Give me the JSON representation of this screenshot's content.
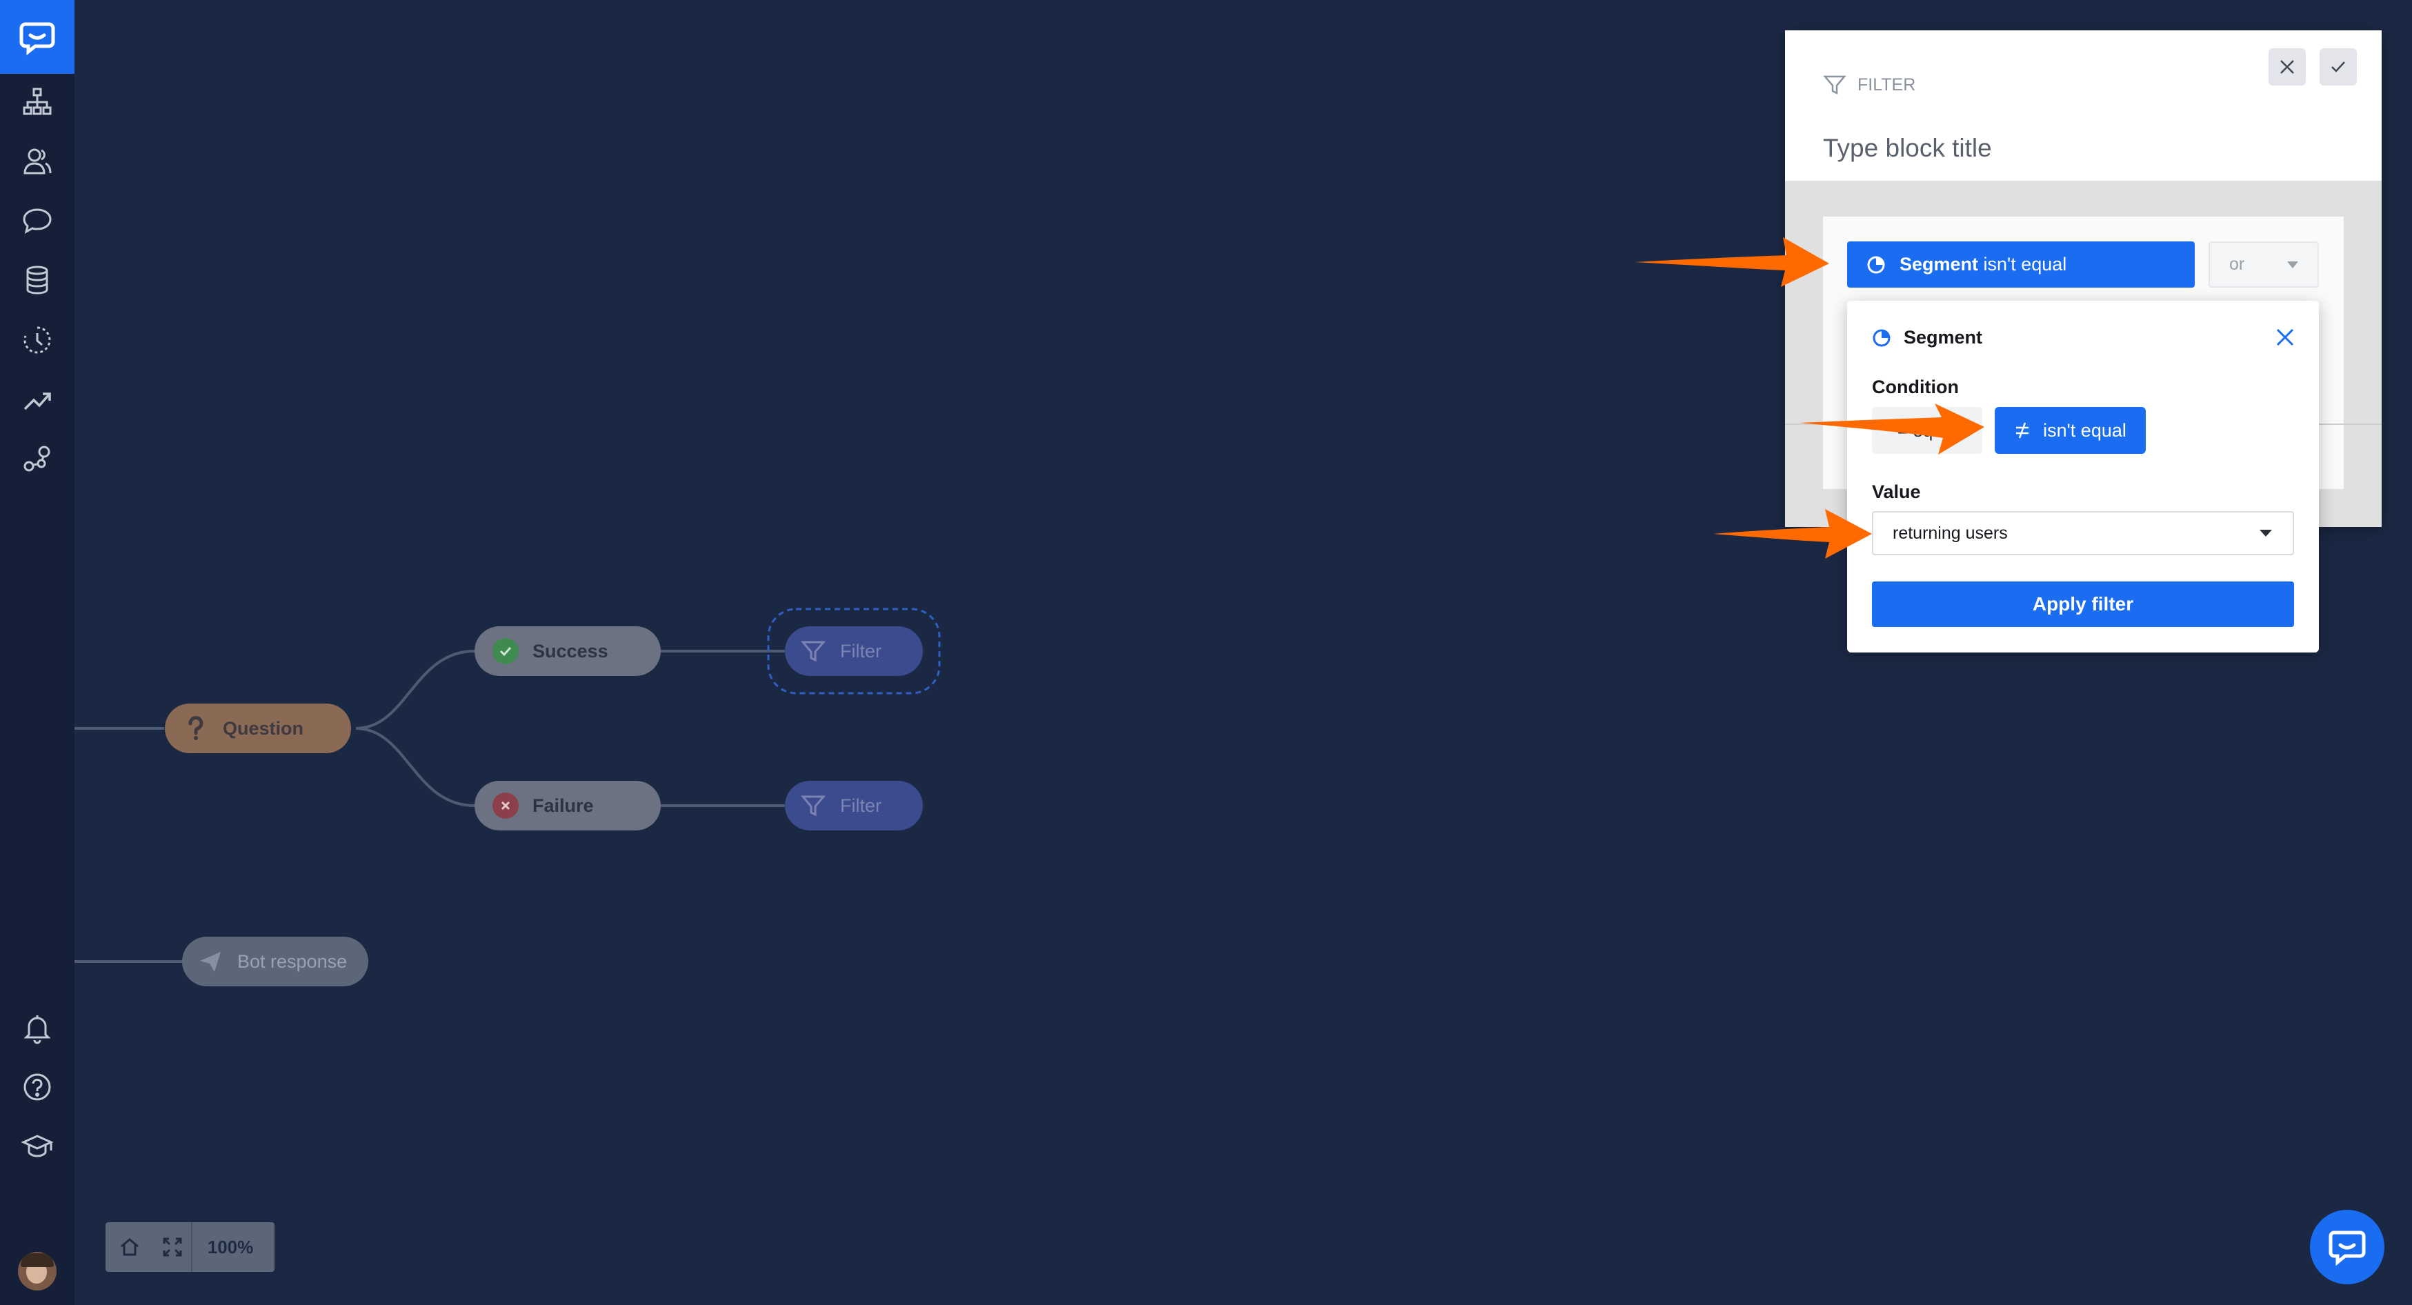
{
  "sidebar": {
    "items": [
      {
        "name": "bot-flows-icon"
      },
      {
        "name": "users-icon"
      },
      {
        "name": "chats-icon"
      },
      {
        "name": "database-icon"
      },
      {
        "name": "history-icon"
      },
      {
        "name": "reports-icon"
      },
      {
        "name": "integrations-icon"
      },
      {
        "name": "bell-icon"
      },
      {
        "name": "help-icon"
      },
      {
        "name": "academy-icon"
      }
    ]
  },
  "canvas": {
    "nodes": {
      "question": "Question",
      "success": "Success",
      "failure": "Failure",
      "filter_top": "Filter",
      "filter_bottom": "Filter",
      "bot_response": "Bot response"
    },
    "zoom": "100%"
  },
  "panel": {
    "type_label": "FILTER",
    "title_placeholder": "Type block title",
    "segment_chip": {
      "bold": "Segment",
      "rest": " isn't equal"
    },
    "or_label": "or"
  },
  "popup": {
    "title": "Segment",
    "condition_label": "Condition",
    "condition_equal": "= equal",
    "condition_not_equal": "isn't equal",
    "value_label": "Value",
    "value_selected": "returning users",
    "apply_label": "Apply filter"
  },
  "colors": {
    "accent": "#1a6cf1",
    "arrow": "#ff6a00",
    "background": "#1b2844"
  }
}
